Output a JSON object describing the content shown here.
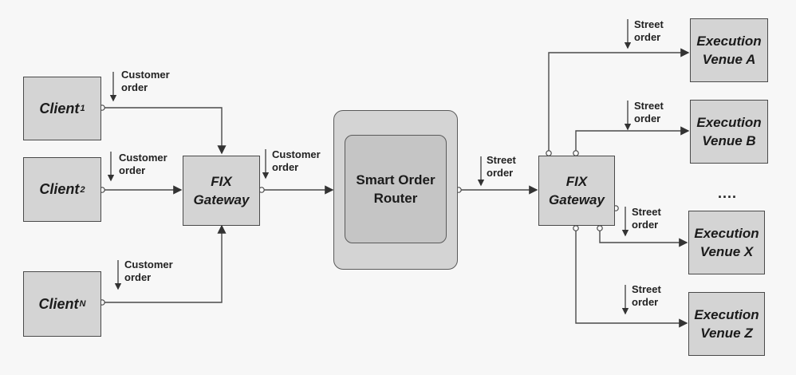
{
  "clients": [
    {
      "name": "Client",
      "sub": "1"
    },
    {
      "name": "Client",
      "sub": "2"
    },
    {
      "name": "Client",
      "sub": "N"
    }
  ],
  "gateway_left": {
    "line1": "FIX",
    "line2": "Gateway"
  },
  "router": {
    "line1": "Smart Order",
    "line2": "Router"
  },
  "gateway_right": {
    "line1": "FIX",
    "line2": "Gateway"
  },
  "venues": [
    {
      "line1": "Execution",
      "line2": "Venue A"
    },
    {
      "line1": "Execution",
      "line2": "Venue B"
    },
    {
      "line1": "Execution",
      "line2": "Venue X"
    },
    {
      "line1": "Execution",
      "line2": "Venue Z"
    }
  ],
  "labels": {
    "customer_order_line1": "Customer",
    "customer_order_line2": "order",
    "street_order_line1": "Street",
    "street_order_line2": "order"
  },
  "ellipsis": "....",
  "colors": {
    "box_fill": "#d4d4d4",
    "router_inner_fill": "#c5c5c5",
    "line": "#4a4a4a",
    "background": "#f7f7f7"
  }
}
